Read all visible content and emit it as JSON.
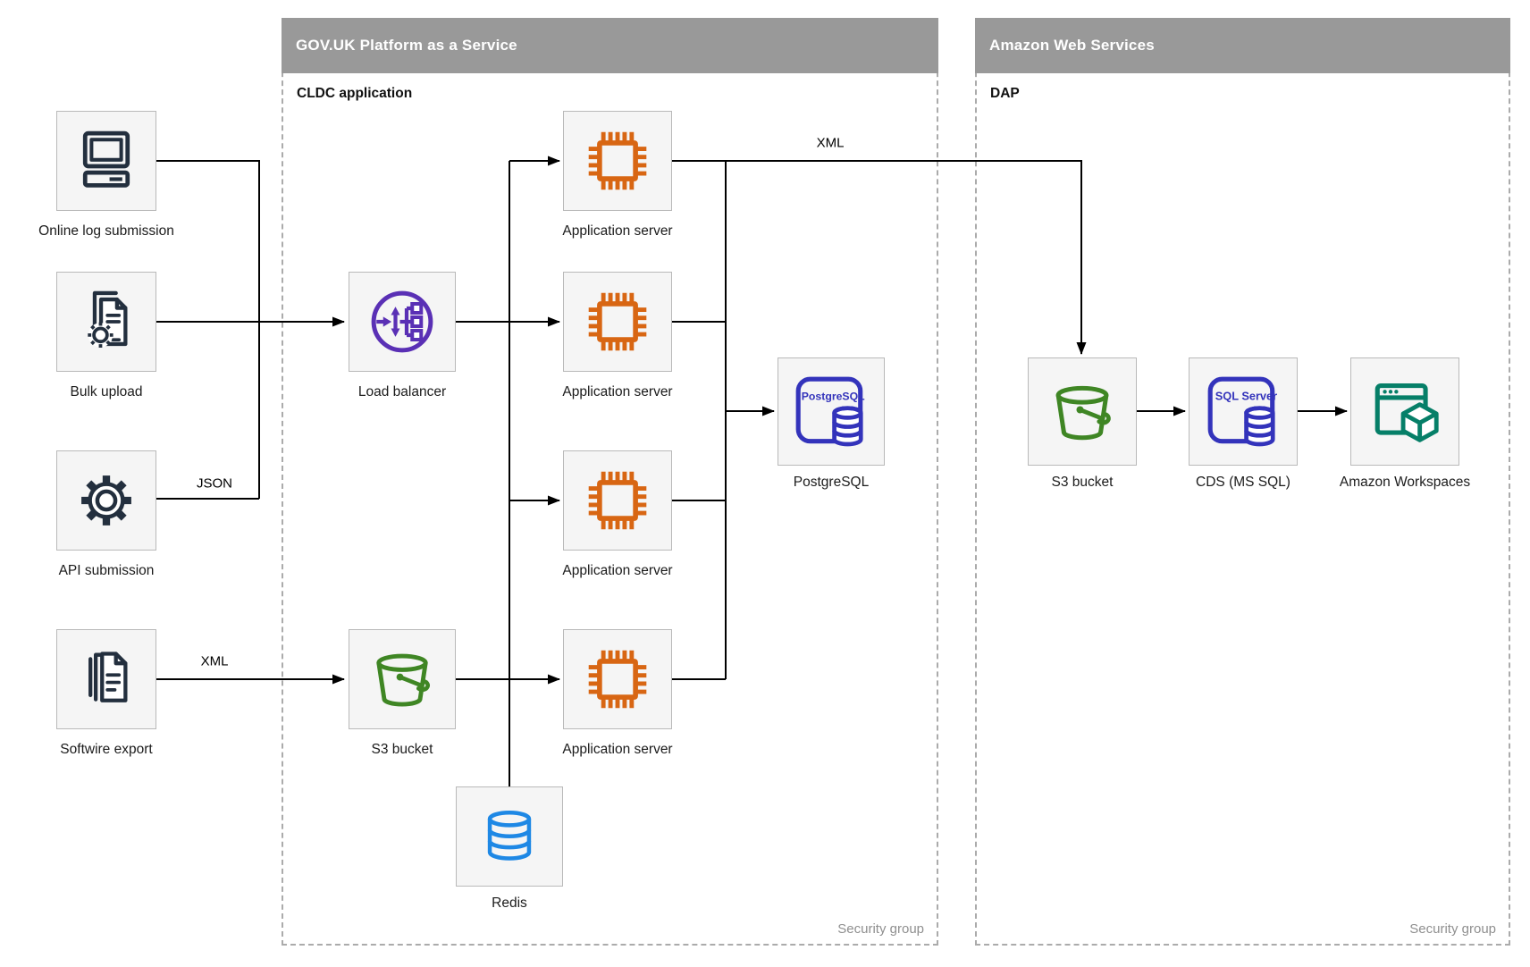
{
  "containers": {
    "paas": {
      "title": "GOV.UK Platform as a Service",
      "subtitle": "CLDC application",
      "footer": "Security group"
    },
    "aws": {
      "title": "Amazon Web Services",
      "subtitle": "DAP",
      "footer": "Security group"
    }
  },
  "nodes": {
    "online_log": {
      "label": "Online log submission",
      "icon": "desktop-computer-icon"
    },
    "bulk_upload": {
      "label": "Bulk upload",
      "icon": "documents-gear-icon"
    },
    "api_submission": {
      "label": "API submission",
      "icon": "gear-icon"
    },
    "softwire_export": {
      "label": "Softwire export",
      "icon": "documents-stack-icon"
    },
    "load_balancer": {
      "label": "Load balancer",
      "icon": "load-balancer-icon"
    },
    "app_servers": [
      "Application server",
      "Application server",
      "Application server",
      "Application server"
    ],
    "s3_mid": {
      "label": "S3 bucket",
      "icon": "bucket-icon"
    },
    "redis": {
      "label": "Redis",
      "icon": "database-cylinder-icon"
    },
    "postgresql": {
      "label": "PostgreSQL",
      "badge": "PostgreSQL",
      "icon": "postgresql-database-icon"
    },
    "s3_aws": {
      "label": "S3 bucket",
      "icon": "bucket-icon"
    },
    "cds": {
      "label": "CDS (MS SQL)",
      "badge": "SQL Server",
      "icon": "sql-server-database-icon"
    },
    "workspaces": {
      "label": "Amazon Workspaces",
      "icon": "workspaces-icon"
    }
  },
  "edge_labels": {
    "json_api": "JSON",
    "xml_softwire": "XML",
    "xml_export": "XML"
  },
  "colors": {
    "header_bar": "#999999",
    "header_text": "#ffffff",
    "box_fill": "#f5f5f5",
    "box_border": "#b9b9b9",
    "dashed_border": "#ababab",
    "security_text": "#8f8f8f",
    "line": "#000000",
    "navy": "#232F3E",
    "purple": "#5A30B5",
    "orange": "#D86613",
    "indigo": "#3333BB",
    "green": "#3F8624",
    "blue": "#1E88E5",
    "teal": "#067F68"
  }
}
